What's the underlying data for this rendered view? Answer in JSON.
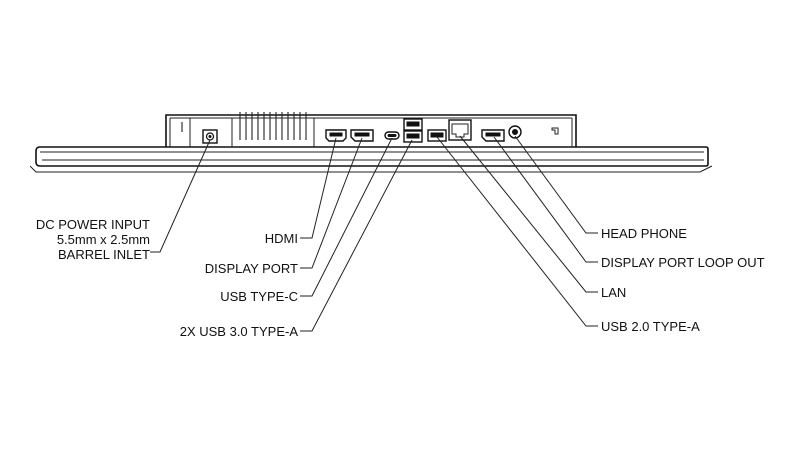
{
  "labels": {
    "dc_power": [
      "DC POWER INPUT",
      "5.5mm x 2.5mm",
      "BARREL INLET"
    ],
    "hdmi": "HDMI",
    "display_port": "DISPLAY PORT",
    "usb_type_c": "USB TYPE-C",
    "usb_3_type_a": "2X USB 3.0 TYPE-A",
    "head_phone": "HEAD PHONE",
    "display_port_loop_out": "DISPLAY PORT LOOP OUT",
    "lan": "LAN",
    "usb_2_type_a": "USB 2.0 TYPE-A"
  }
}
